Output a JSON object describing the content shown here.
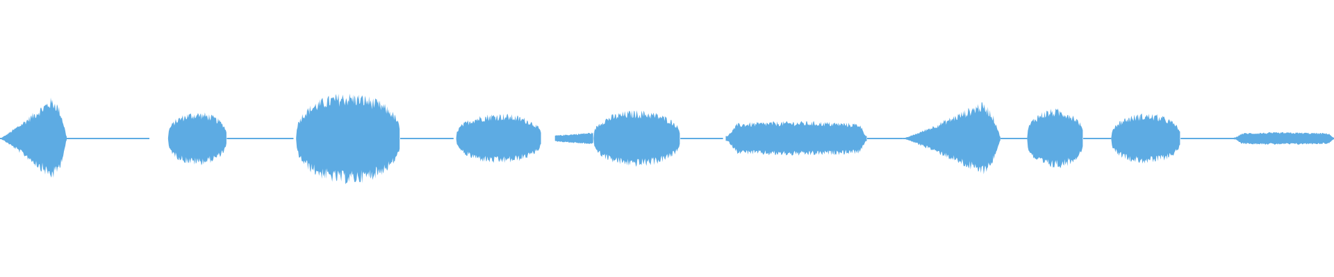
{
  "waveform": {
    "color": "#5dabe3",
    "background": "#ffffff",
    "segments": [
      {
        "kind": "rise-fall",
        "start": 0.0,
        "end": 0.05,
        "peak": 0.52,
        "peak_at": 0.75
      },
      {
        "kind": "flat",
        "start": 0.05,
        "end": 0.112,
        "peak": 0.012
      },
      {
        "kind": "blob",
        "start": 0.126,
        "end": 0.17,
        "peak": 0.34
      },
      {
        "kind": "flat",
        "start": 0.17,
        "end": 0.22,
        "peak": 0.015
      },
      {
        "kind": "blob",
        "start": 0.222,
        "end": 0.3,
        "peak": 0.58
      },
      {
        "kind": "flat",
        "start": 0.3,
        "end": 0.34,
        "peak": 0.01
      },
      {
        "kind": "blob",
        "start": 0.342,
        "end": 0.406,
        "peak": 0.32
      },
      {
        "kind": "ramp",
        "start": 0.416,
        "end": 0.445,
        "peak": 0.08
      },
      {
        "kind": "blob",
        "start": 0.445,
        "end": 0.51,
        "peak": 0.36
      },
      {
        "kind": "flat",
        "start": 0.51,
        "end": 0.542,
        "peak": 0.01
      },
      {
        "kind": "plateau",
        "start": 0.544,
        "end": 0.65,
        "peak": 0.22
      },
      {
        "kind": "flat",
        "start": 0.65,
        "end": 0.677,
        "peak": 0.01
      },
      {
        "kind": "rise-fall",
        "start": 0.677,
        "end": 0.75,
        "peak": 0.46,
        "peak_at": 0.78
      },
      {
        "kind": "flat",
        "start": 0.75,
        "end": 0.77,
        "peak": 0.01
      },
      {
        "kind": "blob",
        "start": 0.77,
        "end": 0.812,
        "peak": 0.38
      },
      {
        "kind": "flat",
        "start": 0.812,
        "end": 0.833,
        "peak": 0.01
      },
      {
        "kind": "blob",
        "start": 0.833,
        "end": 0.885,
        "peak": 0.32
      },
      {
        "kind": "flat",
        "start": 0.885,
        "end": 0.925,
        "peak": 0.01
      },
      {
        "kind": "plateau",
        "start": 0.925,
        "end": 1.0,
        "peak": 0.08
      }
    ]
  }
}
